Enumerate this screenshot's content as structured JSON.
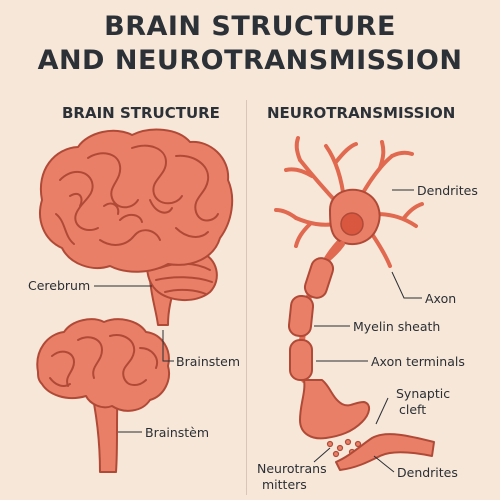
{
  "title_line1": "BRAIN STRUCTURE",
  "title_line2": "AND NEUROTRANSMISSION",
  "left_heading": "BRAIN STRUCTURE",
  "right_heading": "NEUROTRANSMISSION",
  "labels": {
    "cerebrum": "Cerebrum",
    "brainstem_upper": "Brainstem",
    "brainstem_lower": "Brainstèm",
    "dendrites_top": "Dendrites",
    "axon": "Axon",
    "myelin_sheath": "Myelin sheath",
    "axon_terminals": "Axon terminals",
    "synaptic_line1": "Synaptic",
    "synaptic_line2": "cleft",
    "neurotrans_line1": "Neurotrans",
    "neurotrans_line2": "mitters",
    "dendrites_bottom": "Dendrites"
  },
  "colors": {
    "brain_fill": "#e97f67",
    "outline": "#b04a37",
    "background": "#f7e7d8",
    "text": "#2b2f35"
  }
}
